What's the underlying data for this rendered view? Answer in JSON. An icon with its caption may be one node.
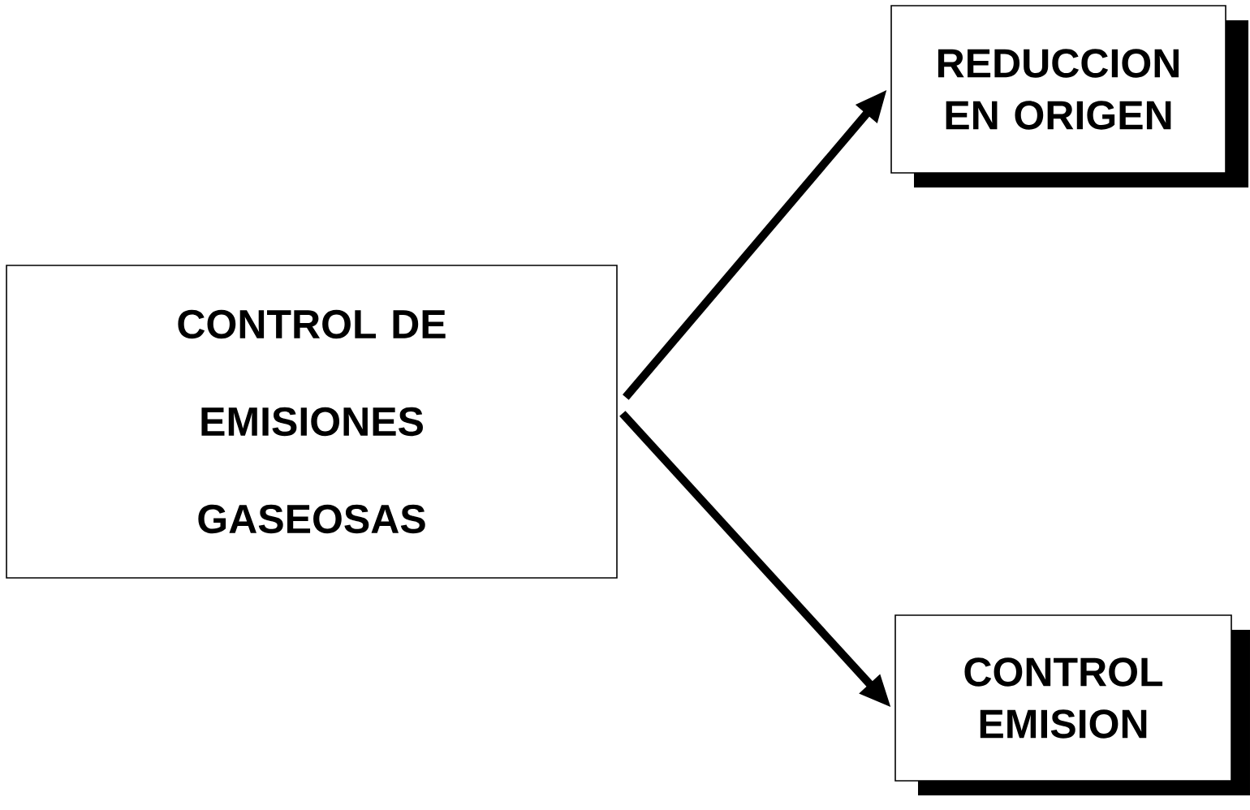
{
  "diagram": {
    "nodes": [
      {
        "text": [
          "CONTROL DE EMISIONES GASEOSAS"
        ]
      },
      {
        "text": [
          "REDUCCION EN ORIGEN"
        ]
      },
      {
        "text": [
          "CONTROL EMISION"
        ]
      }
    ],
    "edges": [
      {
        "from": 0,
        "to": 1,
        "arrow": "to"
      },
      {
        "from": 0,
        "to": 2,
        "arrow": "to"
      }
    ]
  }
}
